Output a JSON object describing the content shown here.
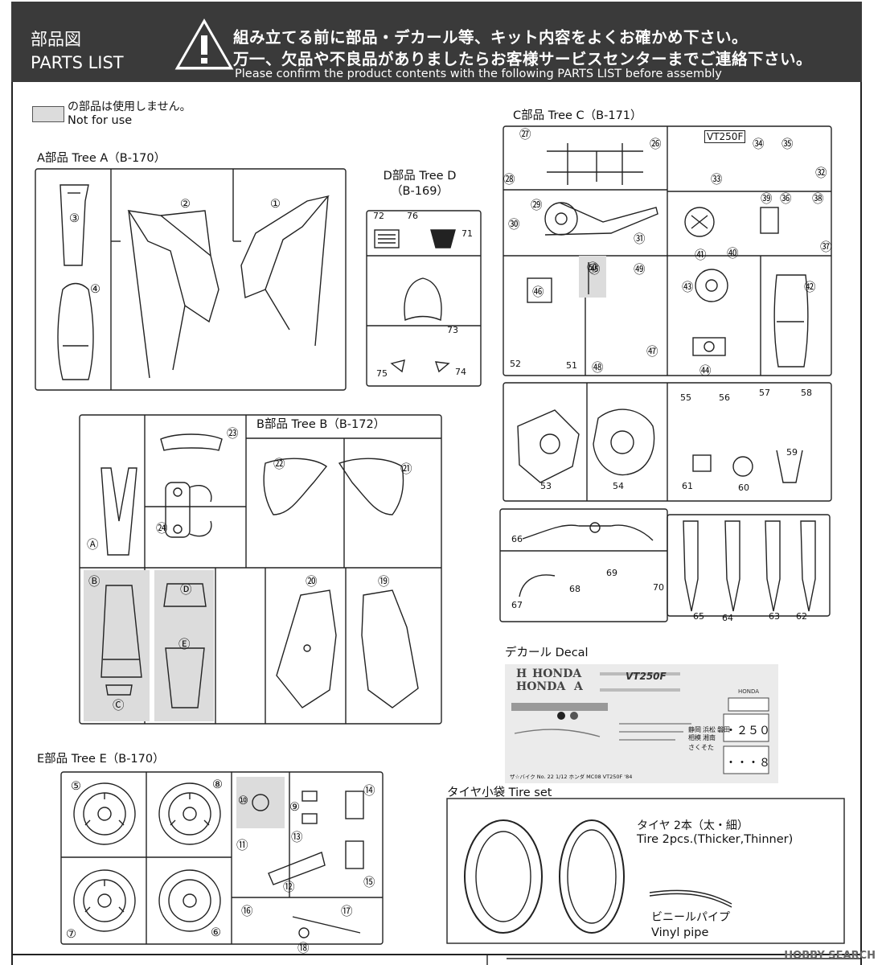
{
  "header": {
    "title_jp": "部品図",
    "title_en": "PARTS LIST",
    "warning_line1": "組み立てる前に部品・デカール等、キット内容をよくお確かめ下さい。",
    "warning_line2": "万一、欠品や不良品がありましたらお客様サービスセンターまでご連絡下さい。",
    "warning_en": "Please confirm the product contents with the following PARTS LIST before assembly",
    "warning_icon": "exclamation-triangle-icon",
    "background_color": "#3a3a3a"
  },
  "legend": {
    "text_jp": "の部品は使用しません。",
    "text_en": "Not for use",
    "swatch_color": "#dcdcdc"
  },
  "trees": {
    "A": {
      "label": "A部品 Tree A（B-170）",
      "parts": [
        "①",
        "②",
        "③",
        "④"
      ]
    },
    "B": {
      "label": "B部品 Tree B（B-172）",
      "parts": [
        "⑲",
        "⑳",
        "㉑",
        "㉒",
        "㉓",
        "㉔",
        "Ⓐ",
        "Ⓑ",
        "Ⓒ",
        "Ⓓ",
        "Ⓔ"
      ]
    },
    "C": {
      "label": "C部品 Tree C（B-171）",
      "parts": [
        "㉖",
        "㉗",
        "㉘",
        "㉙",
        "㉚",
        "㉛",
        "㉜",
        "㉝",
        "㉞",
        "㉟",
        "㊱",
        "㊲",
        "㊳",
        "㊴",
        "㊵",
        "㊶",
        "㊷",
        "㊸",
        "㊹",
        "㊺",
        "㊻",
        "㊼",
        "㊽",
        "㊾",
        "㊿",
        "51",
        "52",
        "53",
        "54",
        "55",
        "56",
        "57",
        "58",
        "59",
        "60",
        "61",
        "62",
        "63",
        "64",
        "65",
        "66",
        "67",
        "68",
        "69",
        "70"
      ]
    },
    "D": {
      "label_line1": "D部品 Tree D",
      "label_line2": "（B-169）",
      "parts": [
        "71",
        "72",
        "73",
        "74",
        "75",
        "76"
      ]
    },
    "E": {
      "label": "E部品 Tree E（B-170）",
      "parts": [
        "⑤",
        "⑥",
        "⑦",
        "⑧",
        "⑨",
        "⑩",
        "⑪",
        "⑫",
        "⑬",
        "⑭",
        "⑮",
        "⑯",
        "⑰",
        "⑱"
      ]
    }
  },
  "c_tree_text": "VT250F",
  "decal": {
    "label": "デカール Decal",
    "texts": [
      "H",
      "HONDA",
      "HONDA",
      "A",
      "VT250F",
      "HONDA",
      "静岡",
      "浜松",
      "磐田",
      "相模",
      "湘南",
      "さくそた",
      "・２５０",
      "・・・８",
      "ザ☆バイク No. 22 1/12 ホンダ MC08 VT250F '84"
    ]
  },
  "tire_set": {
    "label": "タイヤ小袋 Tire set",
    "tire_jp": "タイヤ 2本（太・細）",
    "tire_en": "Tire 2pcs.(Thicker,Thinner)",
    "pipe_jp": "ビニールパイプ",
    "pipe_en": "Vinyl pipe"
  },
  "watermark": "HOBBY SEARCH"
}
